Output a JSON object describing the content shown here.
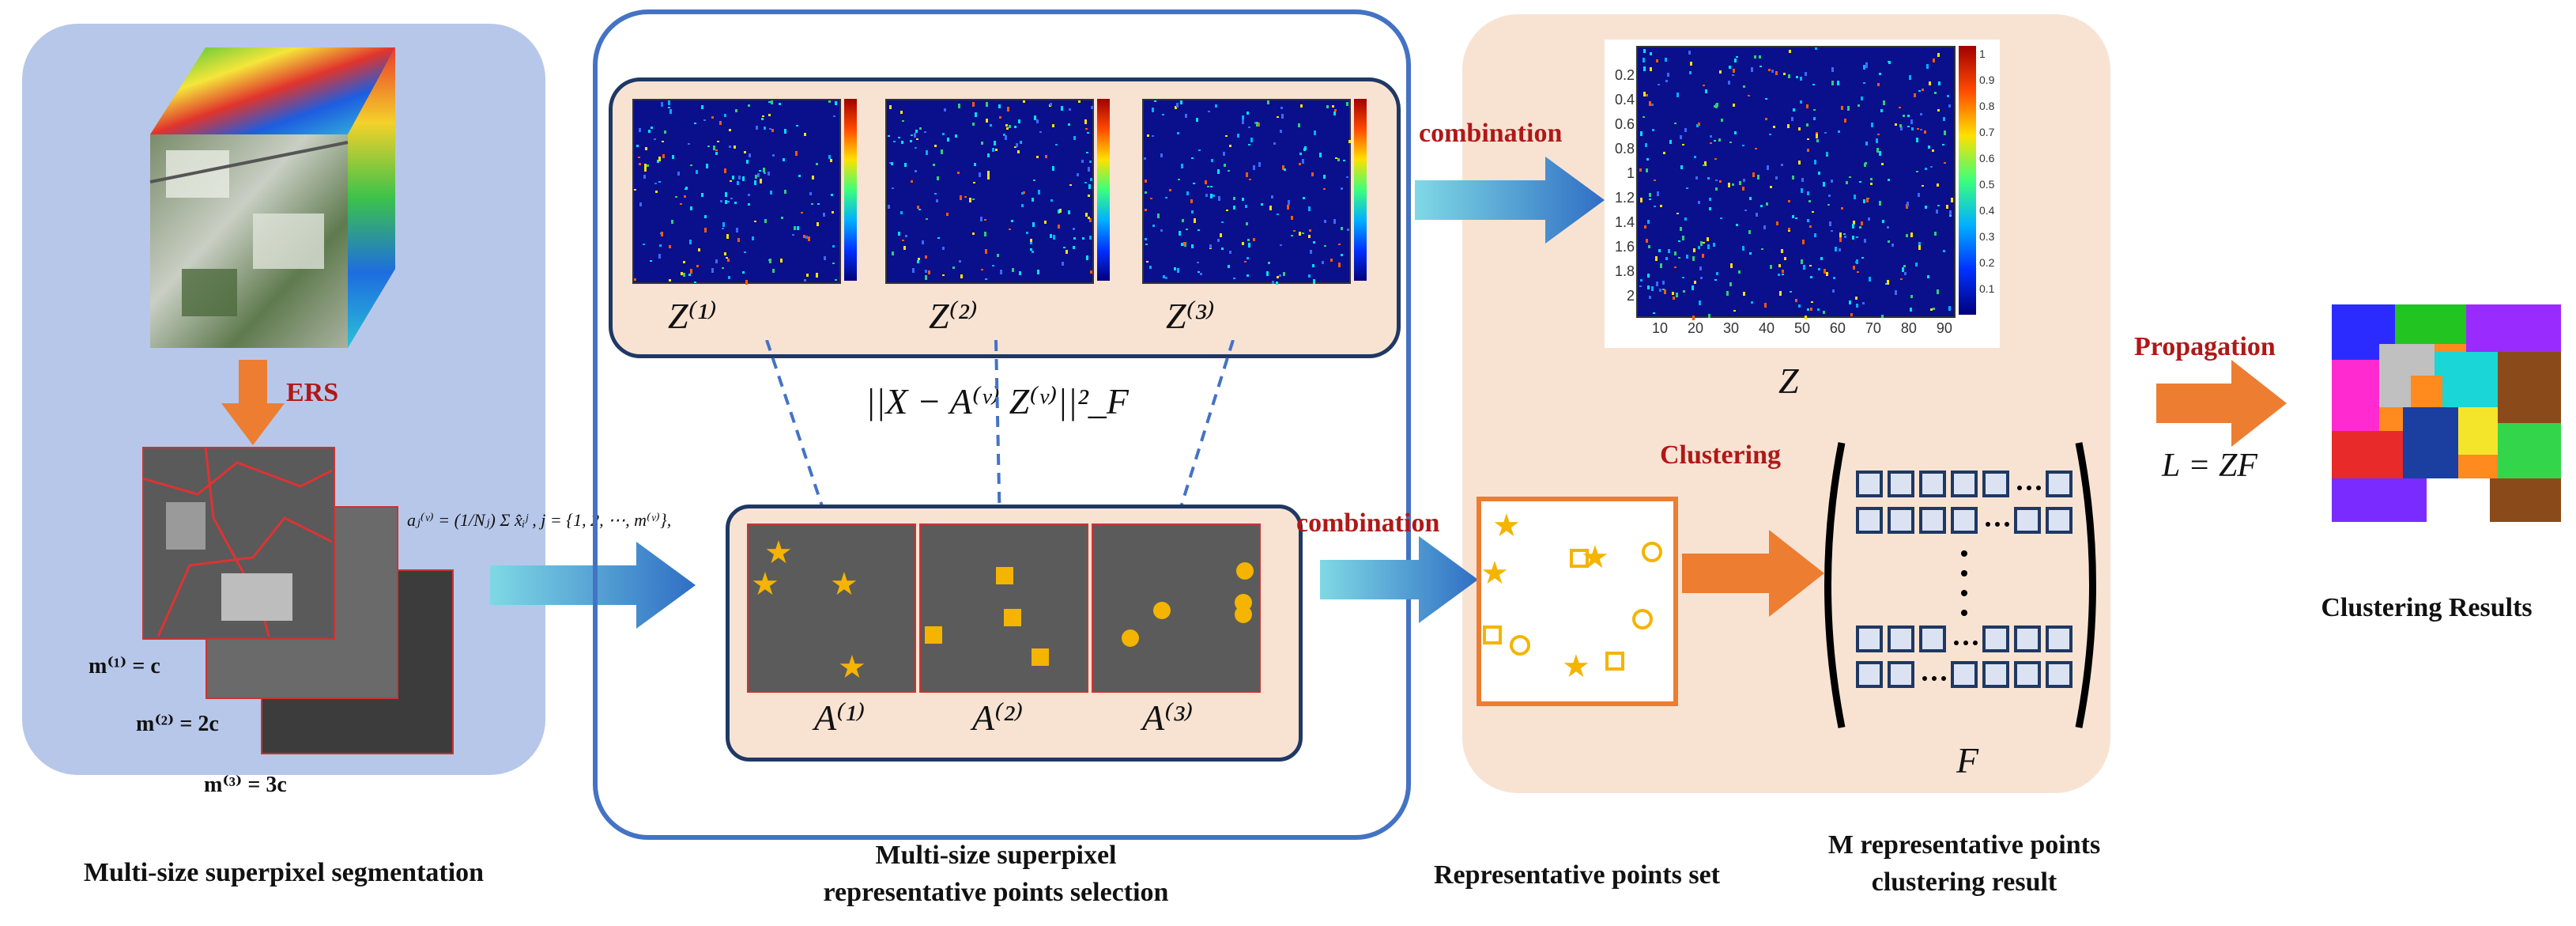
{
  "captions": {
    "segmentation": "Multi-size superpixel segmentation",
    "selection_line1": "Multi-size superpixel",
    "selection_line2": "representative  points selection",
    "rep_set": "Representative points set",
    "clustering_line1": "M representative points",
    "clustering_line2": "clustering result",
    "results": "Clustering Results"
  },
  "labels": {
    "ers": "ERS",
    "combination_top": "combination",
    "combination_mid": "combination",
    "clustering": "Clustering",
    "propagation": "Propagation"
  },
  "math": {
    "z1": "Z⁽¹⁾",
    "z2": "Z⁽²⁾",
    "z3": "Z⁽³⁾",
    "a1": "A⁽¹⁾",
    "a2": "A⁽²⁾",
    "a3": "A⁽³⁾",
    "objective": "||X − A⁽ᵛ⁾ Z⁽ᵛ⁾||²_F",
    "anchor_formula": "aⱼ⁽ᵛ⁾ = (1/Nⱼ) Σ x̂ᵢʲ ,   j = {1, 2, ⋯, m⁽ᵛ⁾},",
    "m1": "m⁽¹⁾ = c",
    "m2": "m⁽²⁾ = 2c",
    "m3": "m⁽³⁾ = 3c",
    "z": "Z",
    "f": "F",
    "l_eq": "L = ZF"
  },
  "z_yticks": [
    "0.2",
    "0.4",
    "0.6",
    "0.8",
    "1",
    "1.2",
    "1.4",
    "1.6",
    "1.8",
    "2"
  ],
  "z_xticks": [
    "10",
    "20",
    "30",
    "40",
    "50",
    "60",
    "70",
    "80",
    "90"
  ],
  "z_cbticks": [
    "1",
    "0.9",
    "0.8",
    "0.7",
    "0.6",
    "0.5",
    "0.4",
    "0.3",
    "0.2",
    "0.1"
  ],
  "colors": {
    "panel_blue": "#b7c7ea",
    "panel_peach": "#f8e3d3",
    "frame_blue": "#4473c4",
    "arrow_orange": "#ed7d31",
    "arrow_teal": "#2fb3c9",
    "anchor_gold": "#f4b400",
    "label_red": "#b01818"
  }
}
